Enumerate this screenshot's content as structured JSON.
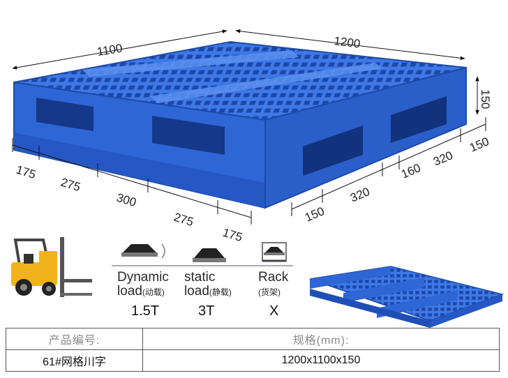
{
  "dimensions": {
    "width_top": "1100",
    "length_top": "1200",
    "height": "150",
    "front_segments": [
      "175",
      "275",
      "300",
      "275",
      "175"
    ],
    "side_segments": [
      "150",
      "320",
      "160",
      "320",
      "150"
    ]
  },
  "load_types": [
    {
      "name": "Dynamic",
      "label_line2": "load",
      "cn": "(动载)",
      "value": "1.5T"
    },
    {
      "name": "static",
      "label_line2": "load",
      "cn": "(静载)",
      "value": "3T"
    },
    {
      "name": "Rack",
      "label_line2": "",
      "cn": "(货架)",
      "value": "X"
    }
  ],
  "spec_table": {
    "header_code": "产品编号:",
    "header_size": "规格(mm):",
    "code": "61#网格川字",
    "size": "1200x1100x150"
  },
  "colors": {
    "pallet_blue": "#2f66d6",
    "pallet_dark": "#1f4fb5",
    "pallet_light": "#4a83ee",
    "forklift_yellow": "#f2b21b"
  }
}
